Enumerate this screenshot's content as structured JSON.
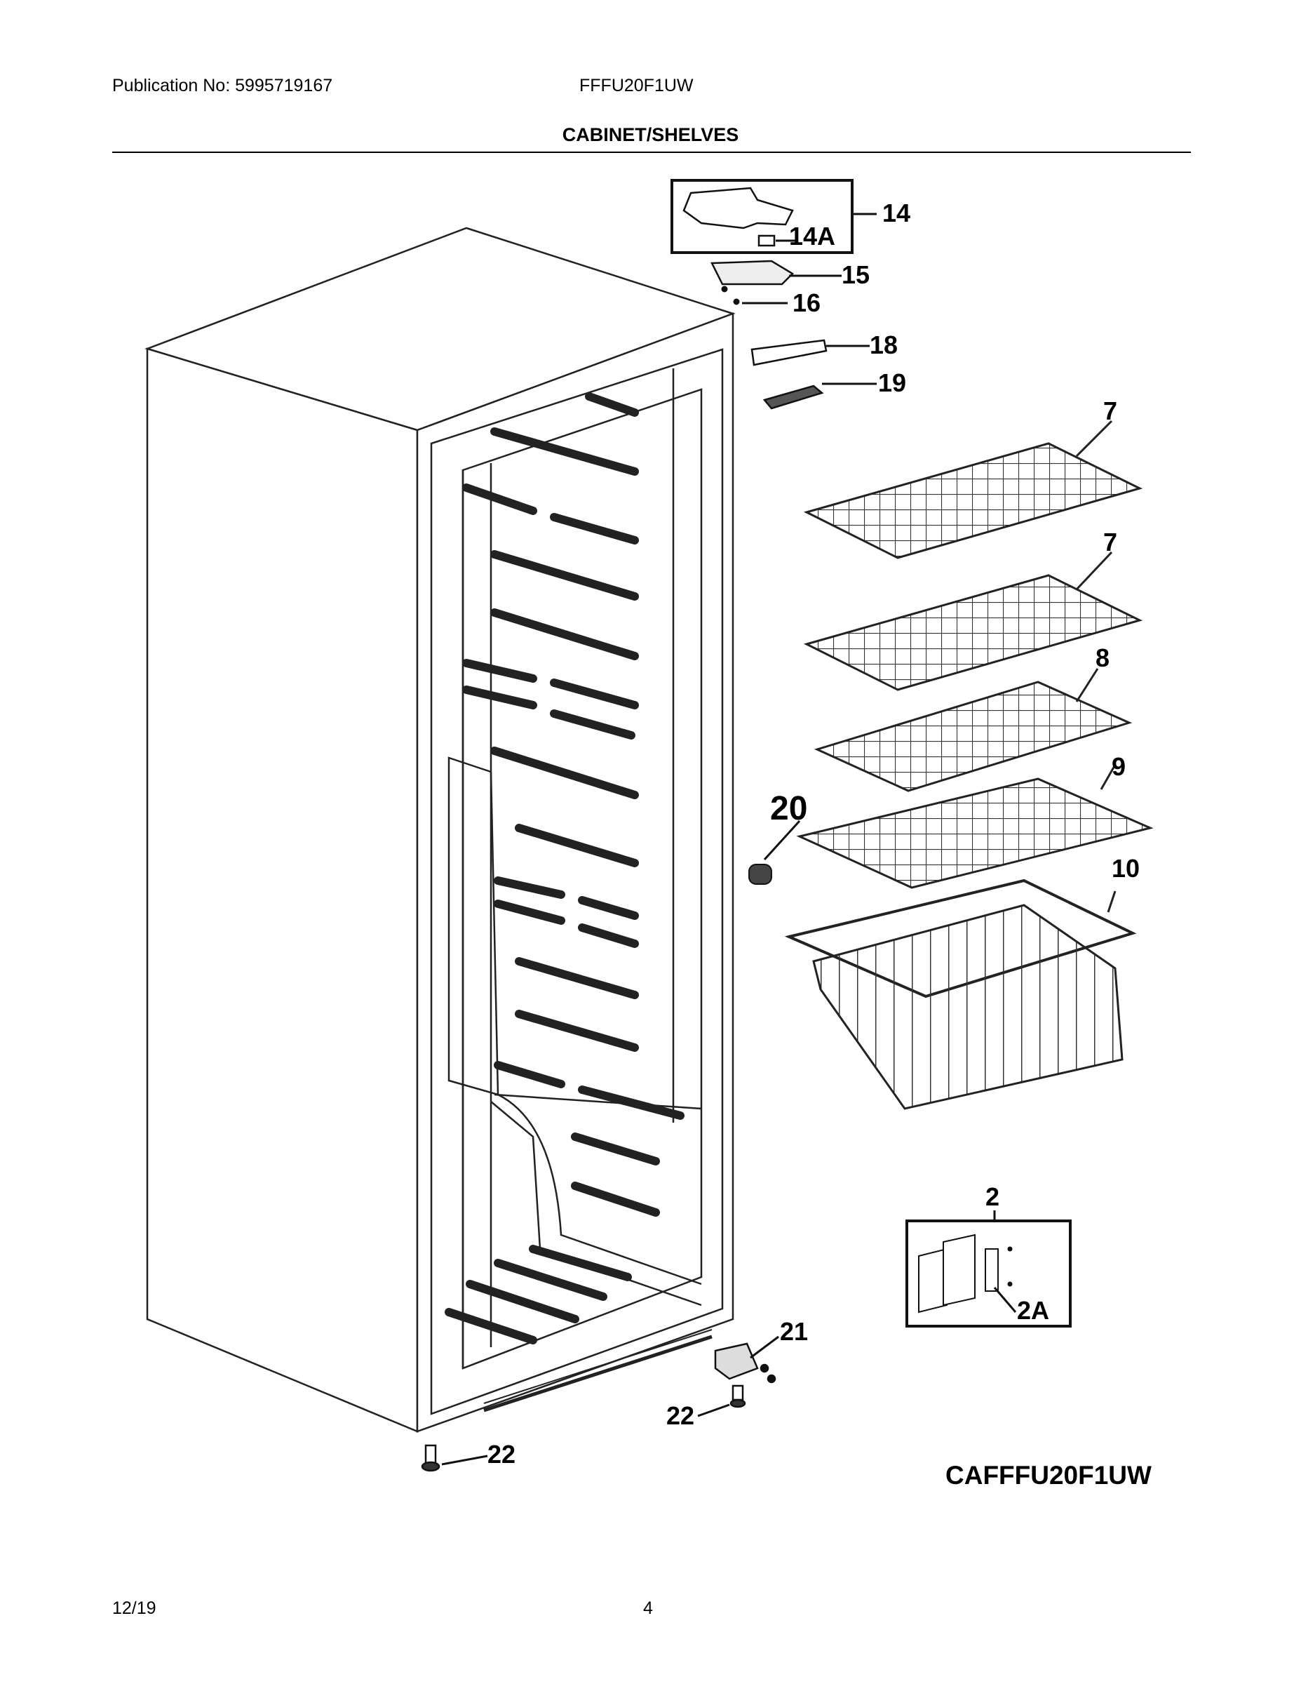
{
  "header": {
    "publication": "Publication No: 5995719167",
    "model": "FFFU20F1UW",
    "section_title": "CABINET/SHELVES"
  },
  "callouts": [
    "14",
    "14A",
    "15",
    "16",
    "18",
    "19",
    "7",
    "7",
    "8",
    "9",
    "20",
    "10",
    "2",
    "2A",
    "21",
    "22",
    "22"
  ],
  "diagram_code": "CAFFFU20F1UW",
  "footer": {
    "date": "12/19",
    "page": "4"
  }
}
